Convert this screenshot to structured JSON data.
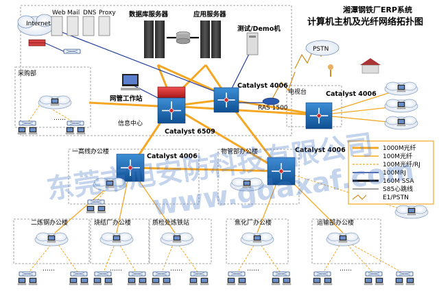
{
  "title": {
    "line1": "湘潭钢铁厂ERP系统",
    "line2": "计算机主机及光纤网络拓扑图"
  },
  "labels": {
    "internet": "Internet",
    "web": "Web",
    "mail": "Mail",
    "dns": "DNS",
    "proxy": "Proxy",
    "db_server": "数据库服务器",
    "app_server": "应用服务器",
    "test_demo": "测试/Demo机",
    "pstn": "PSTN",
    "caigou": "采购部",
    "wangguan": "网管工作站",
    "xinxi": "信息中心",
    "ras": "RAS 1500",
    "dianchang": "电视台",
    "gaoxian": "一高线办公楼",
    "wuguan": "物管部办公楼",
    "erlian": "二炼钢办公楼",
    "shaojie": "烧结厂办公楼",
    "zhijian": "质检处炼铁站",
    "jiaohua": "焦化厂办公楼",
    "yunshu": "运输部办公楼",
    "dots": "……"
  },
  "switches": {
    "core": "Catalyst 6509",
    "c4006_top": "Catalyst 4006",
    "c4006_right": "Catalyst 4006",
    "c4006_left": "Catalyst 4006",
    "c4006_mid": "Catalyst 4006"
  },
  "legend": {
    "items": [
      {
        "label": "1000M光纤",
        "color": "#f5a623",
        "style": "solid-thick"
      },
      {
        "label": "100M光纤",
        "color": "#f5a623",
        "style": "solid"
      },
      {
        "label": "100M光纤/RJ",
        "color": "#f5a623",
        "style": "dashed"
      },
      {
        "label": "100MRJ",
        "color": "#1f3a9a",
        "style": "solid"
      },
      {
        "label": "160M SSA",
        "color": "#000000",
        "style": "solid-thick"
      },
      {
        "label": "S85心跳线",
        "color": "#000000",
        "style": "solid-thin"
      },
      {
        "label": "E1/PSTN",
        "color": "#d48a1a",
        "style": "zigzag"
      }
    ]
  },
  "watermark": {
    "text": "东莞市旭安防科技有限公司",
    "url": "www.gdaxaf.com"
  },
  "colors": {
    "fiber_orange": "#f5a623",
    "rj_blue": "#1f3a9a",
    "switch_blue": "#1b6fb8",
    "switch_red": "#d62b2b"
  }
}
